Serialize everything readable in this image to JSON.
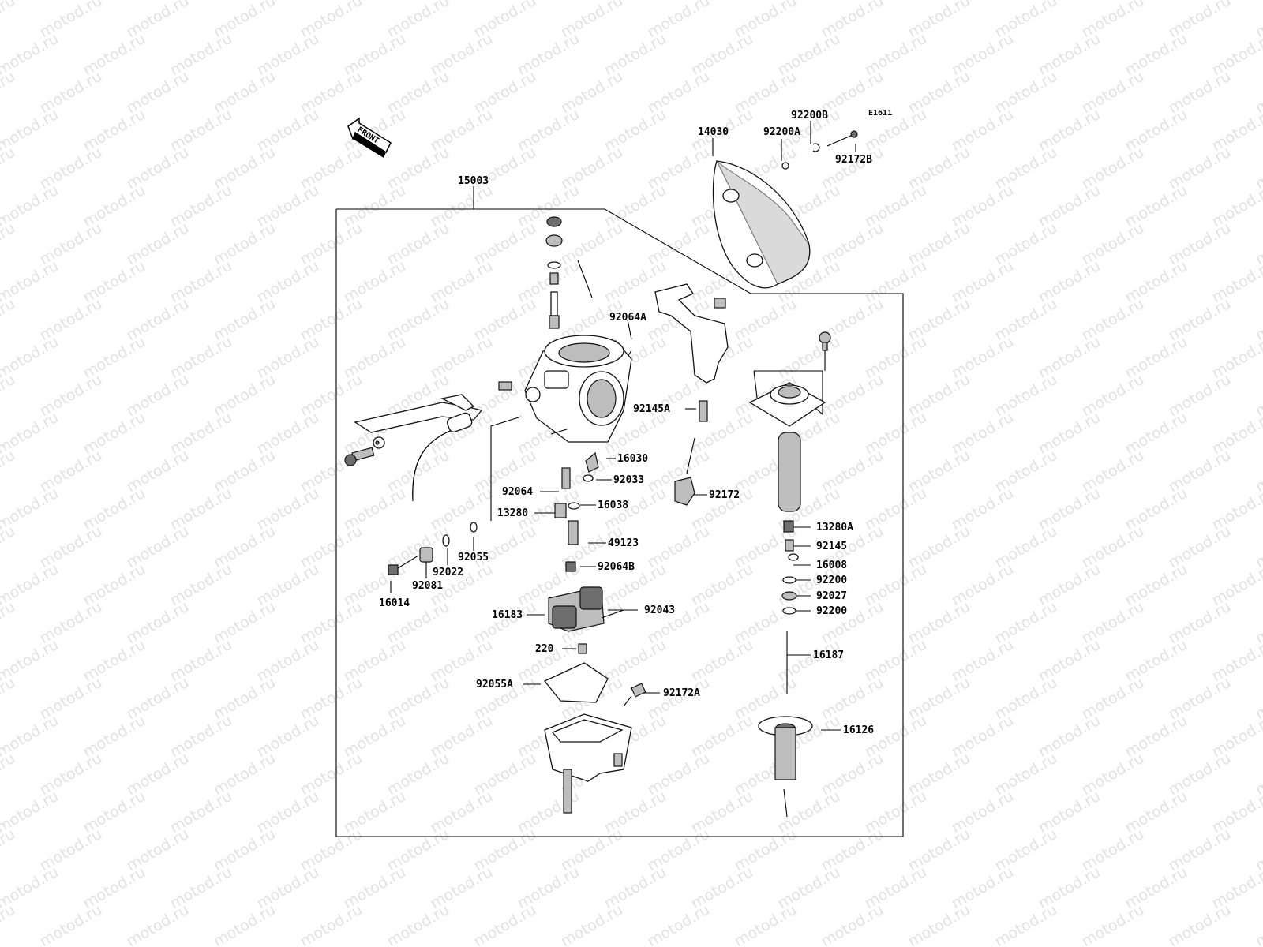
{
  "watermark": "motod.ru",
  "front_label": "FRONT",
  "diagram_code": "E1611",
  "parts": [
    "15003",
    "14030",
    "92200B",
    "92200A",
    "92172B",
    "92064A",
    "92145A",
    "16030",
    "92033",
    "92064",
    "16038",
    "13280",
    "92172",
    "49123",
    "92064B",
    "92055",
    "92022",
    "92081",
    "16014",
    "16183",
    "92043",
    "220",
    "92055A",
    "92172A",
    "13280A",
    "92145",
    "16008",
    "92200",
    "92027",
    "92200",
    "16187",
    "16126"
  ]
}
